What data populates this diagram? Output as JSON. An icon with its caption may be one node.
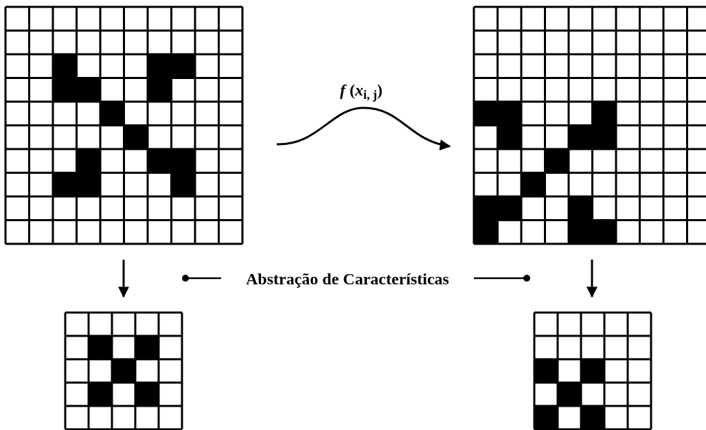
{
  "diagram": {
    "nodes": [
      {
        "text": [],
        "shape": "grid"
      },
      {
        "text": [],
        "shape": "grid"
      },
      {
        "text": [],
        "shape": "grid"
      },
      {
        "text": [],
        "shape": "grid"
      }
    ],
    "edges": [
      {
        "from": 0,
        "to": 1,
        "arrow": "to",
        "label": "*f* (*x*$_{i, j}$)"
      },
      {
        "from": 0,
        "to": 2,
        "arrow": "to"
      },
      {
        "from": 1,
        "to": 3,
        "arrow": "to"
      }
    ],
    "labels": [
      "Abstração de Características"
    ]
  }
}
